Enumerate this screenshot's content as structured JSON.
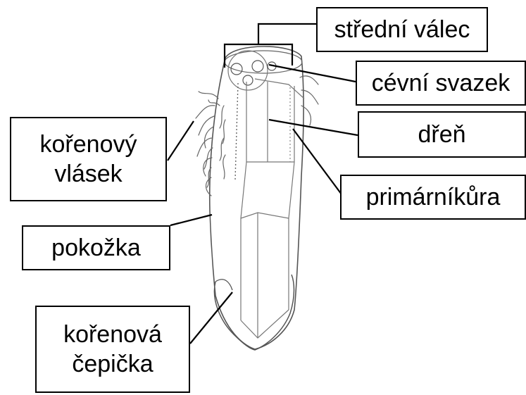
{
  "labels": {
    "stredni_valec": "střední válec",
    "cevni_svazek": "cévní svazek",
    "dren": "dřeň",
    "primarni_kura": "primárníkůra",
    "korenovy_vlasek_line1": "kořenový",
    "korenovy_vlasek_line2": "vlásek",
    "pokozka": "pokožka",
    "korenova_cepicka_line1": "kořenová",
    "korenova_cepicka_line2": "čepička"
  },
  "colors": {
    "line": "#000000",
    "drawing": "#555555",
    "box_fill": "#ffffff"
  }
}
